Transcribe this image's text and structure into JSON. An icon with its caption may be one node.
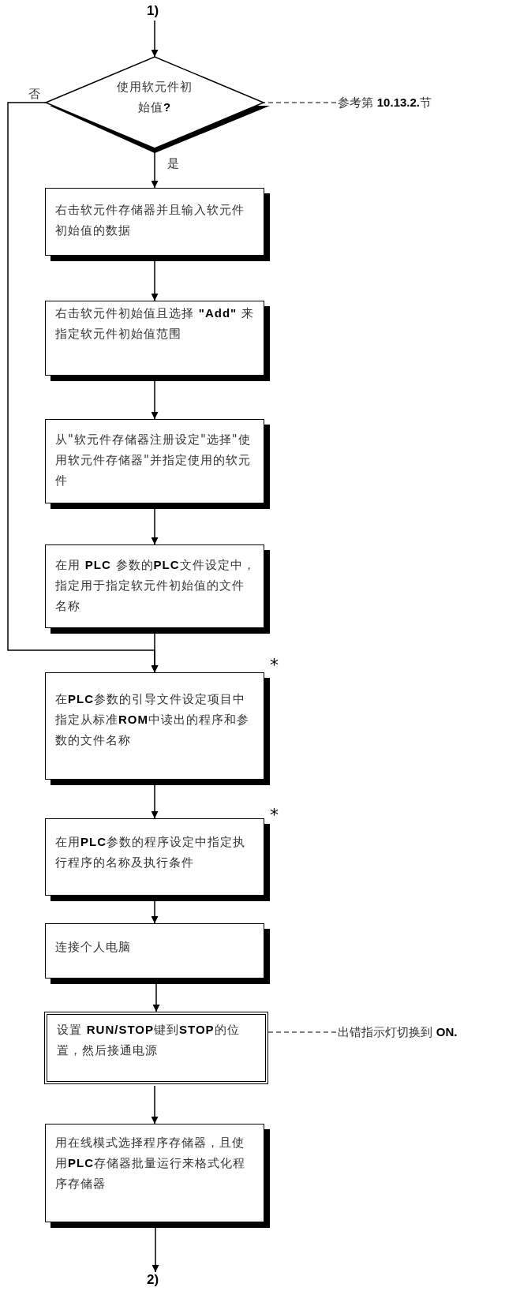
{
  "diagram": {
    "nodes": [
      {
        "text": [
          "1)"
        ]
      },
      {
        "text": [
          "使用软元件初始值**?**"
        ]
      },
      {
        "text": [
          "参考第 **10.13.2.**节"
        ]
      },
      {
        "text": [
          "右击软元件存储器并且输入软元件初始值的数据"
        ]
      },
      {
        "text": [
          "右击软元件初始值且选择 **\"Add\"** 来指定软元件初始值范围"
        ]
      },
      {
        "text": [
          "从\"软元件存储器注册设定\"选择\"使用软元件存储器\"并指定使用的软元件"
        ]
      },
      {
        "text": [
          "在用 **PLC** 参数的**PLC**文件设定中，指定用于指定软元件初始值的文件名称"
        ]
      },
      {
        "text": [
          "在**PLC**参数的引导文件设定项目中指定从标准**ROM**中读出的程序和参数的文件名称"
        ],
        "beside": [
          "*"
        ]
      },
      {
        "text": [
          "在用**PLC**参数的程序设定中指定执行程序的名称及执行条件"
        ],
        "beside": [
          "*"
        ]
      },
      {
        "text": [
          "连接个人电脑"
        ]
      },
      {
        "text": [
          "设置 **RUN/STOP**键到**STOP**的位置，然后接通电源"
        ]
      },
      {
        "text": [
          "出错指示灯切换到 **ON.**"
        ]
      },
      {
        "text": [
          "用在线模式选择程序存储器，且使用**PLC**存储器批量运行来格式化程序存储器"
        ]
      },
      {
        "text": [
          "2)"
        ]
      }
    ],
    "edges": [
      {
        "from": 0,
        "to": 1,
        "arrow": "to"
      },
      {
        "from": 2,
        "to": 1,
        "arrow": "none",
        "style": "dashed"
      },
      {
        "from": 1,
        "to": 3,
        "arrow": "to",
        "label": "是"
      },
      {
        "from": 1,
        "to": 7,
        "arrow": "to",
        "label": "否"
      },
      {
        "from": 3,
        "to": 4,
        "arrow": "to"
      },
      {
        "from": 4,
        "to": 5,
        "arrow": "to"
      },
      {
        "from": 5,
        "to": 6,
        "arrow": "to"
      },
      {
        "from": 6,
        "to": 7,
        "arrow": "to"
      },
      {
        "from": 7,
        "to": 8,
        "arrow": "to"
      },
      {
        "from": 8,
        "to": 9,
        "arrow": "to"
      },
      {
        "from": 9,
        "to": 10,
        "arrow": "to"
      },
      {
        "from": 11,
        "to": 10,
        "arrow": "none",
        "style": "dashed"
      },
      {
        "from": 10,
        "to": 12,
        "arrow": "to"
      },
      {
        "from": 12,
        "to": 13,
        "arrow": "to"
      }
    ]
  }
}
